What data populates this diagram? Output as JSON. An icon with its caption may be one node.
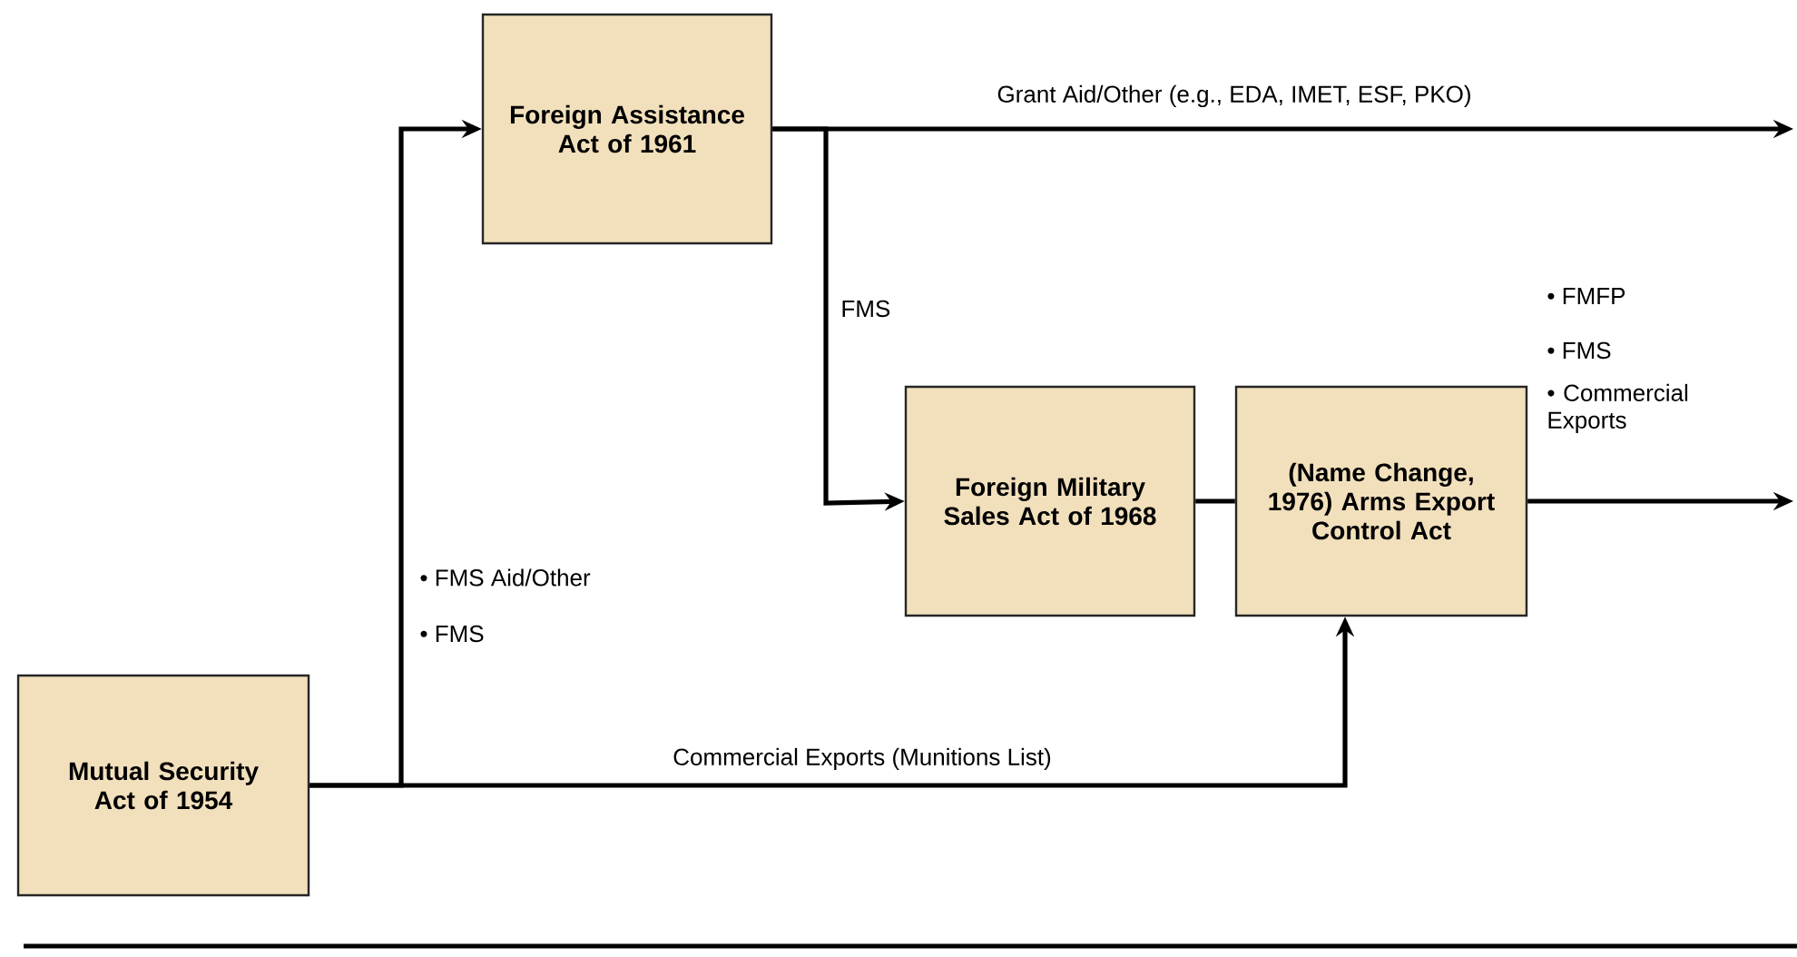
{
  "diagram": {
    "nodes": [
      {
        "text": [
          "Mutual Security Act of 1954"
        ]
      },
      {
        "text": [
          "Foreign Assistance Act of 1961"
        ]
      },
      {
        "text": [
          "Foreign Military Sales Act of 1968"
        ]
      },
      {
        "text": [
          "(Name Change, 1976) Arms Export Control Act"
        ]
      }
    ],
    "edges": [
      {
        "from": 0,
        "to": 1,
        "arrow": "to"
      },
      {
        "from": 0,
        "to": 3,
        "arrow": "to",
        "label": "Commercial Exports (Munitions List)"
      },
      {
        "from": 1,
        "to": null,
        "arrow": "to",
        "label": "Grant Aid/Other (e.g., EDA, IMET, ESF, PKO)"
      },
      {
        "from": 1,
        "to": 2,
        "arrow": "to",
        "label": "FMS"
      },
      {
        "from": 2,
        "to": 3,
        "arrow": "none"
      },
      {
        "from": 3,
        "to": null,
        "arrow": "to"
      }
    ],
    "labels": [
      "• FMS Aid/Other",
      "• FMS",
      "• FMFP",
      "• FMS",
      "• Commercial Exports"
    ]
  }
}
